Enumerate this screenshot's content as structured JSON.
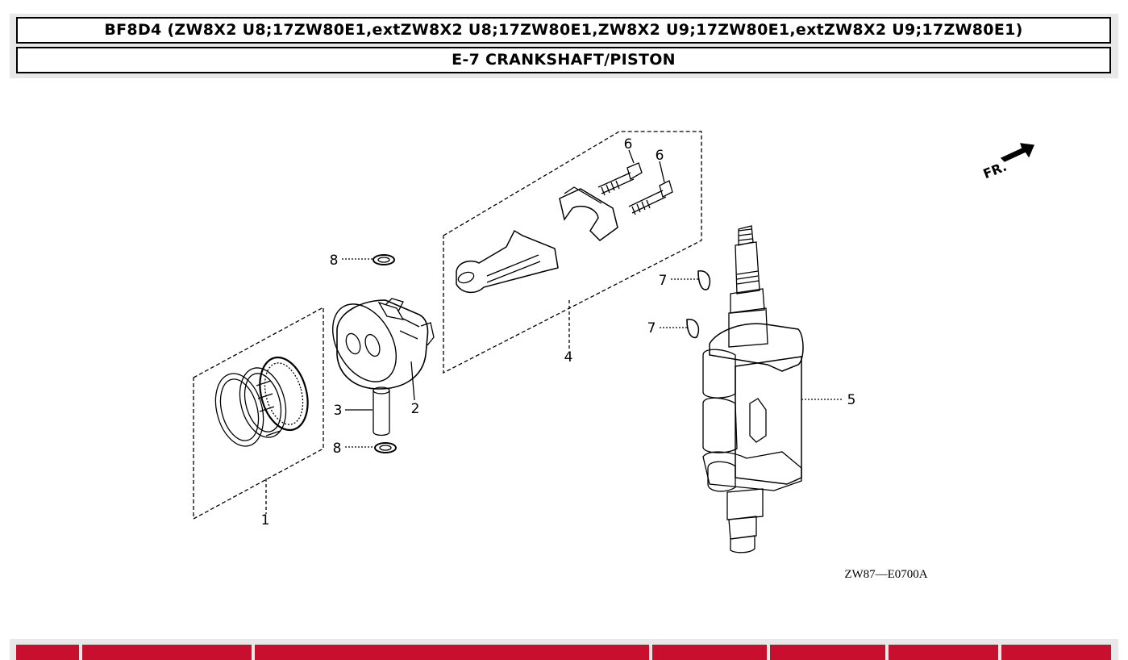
{
  "header": {
    "title": "BF8D4 (ZW8X2 U8;17ZW80E1,extZW8X2 U8;17ZW80E1,ZW8X2 U9;17ZW80E1,extZW8X2 U9;17ZW80E1)",
    "subtitle": "E-7 CRANKSHAFT/PISTON"
  },
  "diagram": {
    "callouts": {
      "c1": "1",
      "c2": "2",
      "c3": "3",
      "c4": "4",
      "c5": "5",
      "c6a": "6",
      "c6b": "6",
      "c7a": "7",
      "c7b": "7",
      "c8a": "8",
      "c8b": "8"
    },
    "direction_label": "FR.",
    "drawing_code": "ZW87—E0700A"
  },
  "colors": {
    "footer_accent": "#c8102e",
    "header_background": "#e8e8e8",
    "line": "#000000"
  }
}
